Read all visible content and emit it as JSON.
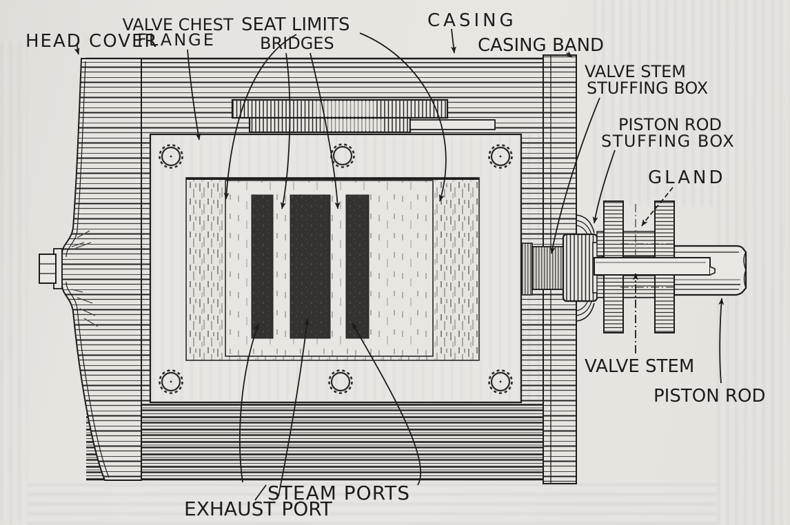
{
  "figure": {
    "type": "engineering-cross-section-diagram",
    "labels": [
      {
        "id": "head-cover",
        "text": "HEAD COVER"
      },
      {
        "id": "valve-chest-flange",
        "line1": "VALVE CHEST",
        "line2": "FLANGE"
      },
      {
        "id": "seat-limits",
        "text": "SEAT LIMITS"
      },
      {
        "id": "bridges",
        "text": "BRIDGES"
      },
      {
        "id": "casing",
        "text": "CASING"
      },
      {
        "id": "casing-band",
        "text": "CASING BAND"
      },
      {
        "id": "valve-stem-stuffing-box",
        "line1": "VALVE STEM",
        "line2": "STUFFING BOX"
      },
      {
        "id": "piston-rod-stuffing-box",
        "line1": "PISTON ROD",
        "line2": "STUFFING BOX"
      },
      {
        "id": "gland",
        "text": "GLAND"
      },
      {
        "id": "valve-stem",
        "text": "VALVE STEM"
      },
      {
        "id": "piston-rod",
        "text": "PISTON ROD"
      },
      {
        "id": "steam-ports",
        "text": "STEAM PORTS"
      },
      {
        "id": "exhaust-port",
        "text": "EXHAUST PORT"
      }
    ],
    "colors": {
      "paper": "#e7e5e0",
      "ink": "#1d1c19",
      "port_fill": "#34322e",
      "metal_shade": "#b6b3ac"
    }
  }
}
